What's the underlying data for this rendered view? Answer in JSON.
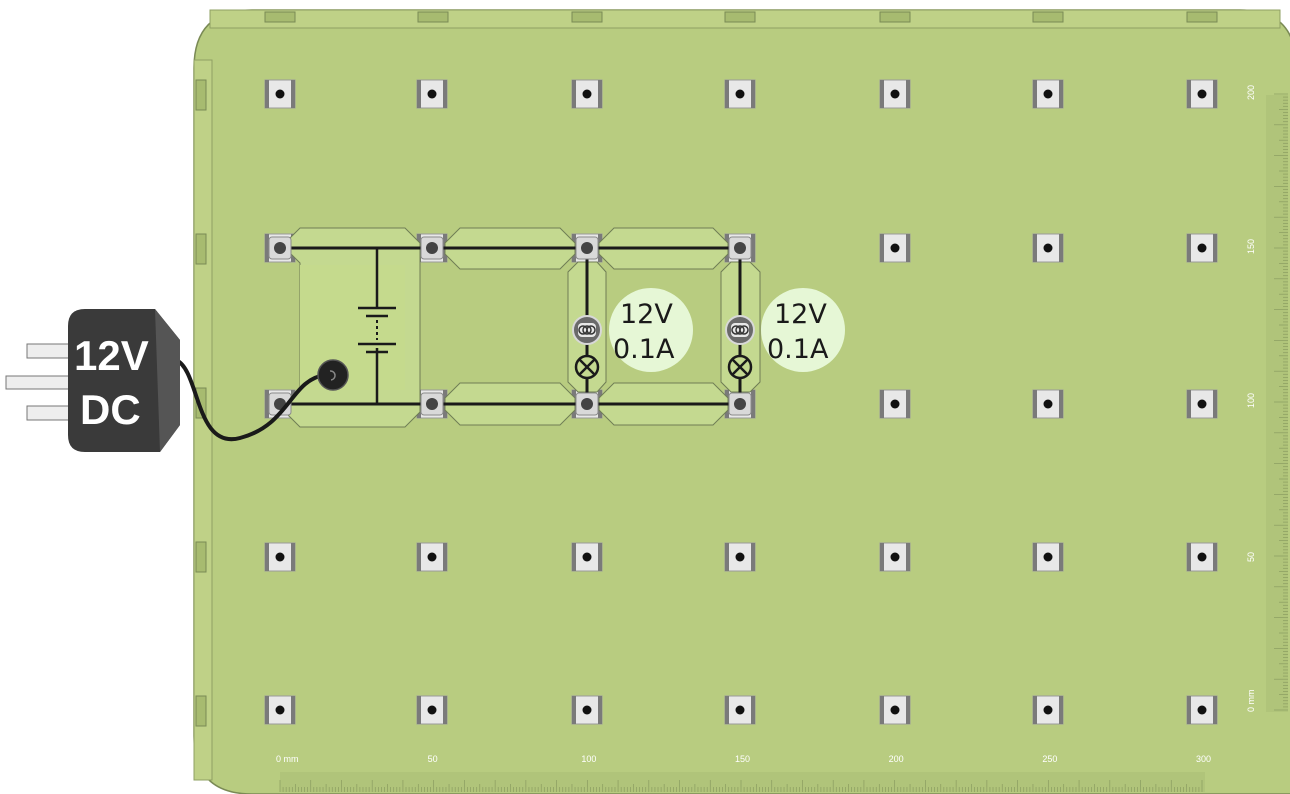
{
  "power_supply": {
    "voltage_label": "12V",
    "type_label": "DC"
  },
  "bulbs": [
    {
      "rating_voltage": "12V",
      "rating_current": "0.1A"
    },
    {
      "rating_voltage": "12V",
      "rating_current": "0.1A"
    }
  ],
  "rulers": {
    "bottom": {
      "unit_label": "0 mm",
      "ticks": [
        "50",
        "100",
        "150",
        "200",
        "250",
        "300"
      ]
    },
    "right": {
      "unit_label": "0 mm",
      "ticks": [
        "50",
        "100",
        "150",
        "200"
      ]
    }
  },
  "colors": {
    "board": "#b8cc80",
    "board_edge": "#7a8a55",
    "wire": "#1a1a1a",
    "bulb_highlight": "#e6f7d6",
    "plug_body": "#3a3a3a"
  }
}
